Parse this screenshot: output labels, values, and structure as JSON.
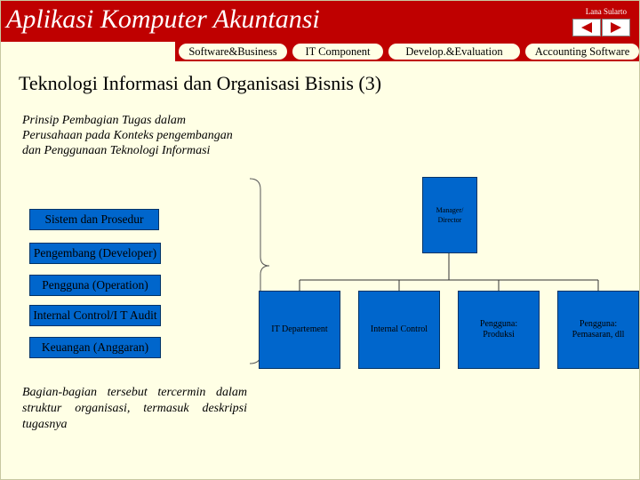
{
  "header": {
    "title": "Aplikasi Komputer Akuntansi",
    "author": "Lana Sularto",
    "nav": {
      "prev_icon": "arrow-left-icon",
      "next_icon": "arrow-right-icon"
    }
  },
  "tabs": [
    {
      "label": "Software&Business"
    },
    {
      "label": "IT Component"
    },
    {
      "label": "Develop.&Evaluation"
    },
    {
      "label": "Accounting Software"
    }
  ],
  "slide": {
    "title": "Teknologi Informasi dan Organisasi Bisnis (3)",
    "intro": "Prinsip Pembagian Tugas dalam Perusahaan pada Konteks pengembangan dan Penggunaan Teknologi Informasi",
    "items": [
      {
        "label": "Sistem dan Prosedur"
      },
      {
        "label": "Pengembang (Developer)"
      },
      {
        "label": "Pengguna (Operation)"
      },
      {
        "label": "Internal Control/I T Audit"
      },
      {
        "label": "Keuangan (Anggaran)"
      }
    ],
    "org": {
      "manager": {
        "line1": "Manager/",
        "line2": "Director"
      },
      "children": [
        {
          "line1": "IT Departement",
          "line2": ""
        },
        {
          "line1": "Internal Control",
          "line2": ""
        },
        {
          "line1": "Pengguna:",
          "line2": "Produksi"
        },
        {
          "line1": "Pengguna:",
          "line2": "Pemasaran, dll"
        }
      ]
    },
    "summary": "Bagian-bagian tersebut tercermin dalam struktur organisasi, termasuk deskripsi tugasnya"
  },
  "colors": {
    "header_red": "#bf0000",
    "slide_background": "#ffffe5",
    "box_blue": "#0066cc"
  }
}
